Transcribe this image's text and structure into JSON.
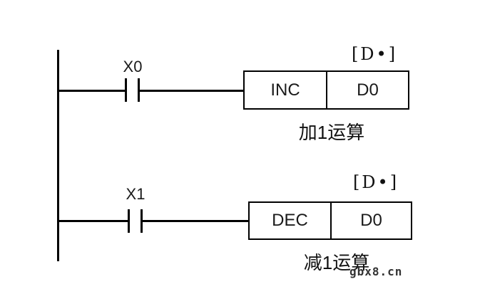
{
  "diagram": {
    "type": "plc-ladder-diagram",
    "background_color": "#ffffff",
    "line_color": "#000000",
    "rungs": [
      {
        "contact_label": "X0",
        "contact_type": "normally-open",
        "instruction": "INC",
        "operand": "D0",
        "operand_header": "[D•]",
        "caption": "加1运算"
      },
      {
        "contact_label": "X1",
        "contact_type": "normally-open",
        "instruction": "DEC",
        "operand": "D0",
        "operand_header": "[D•]",
        "caption": "减1运算"
      }
    ],
    "watermark": "gbx8.cn"
  }
}
